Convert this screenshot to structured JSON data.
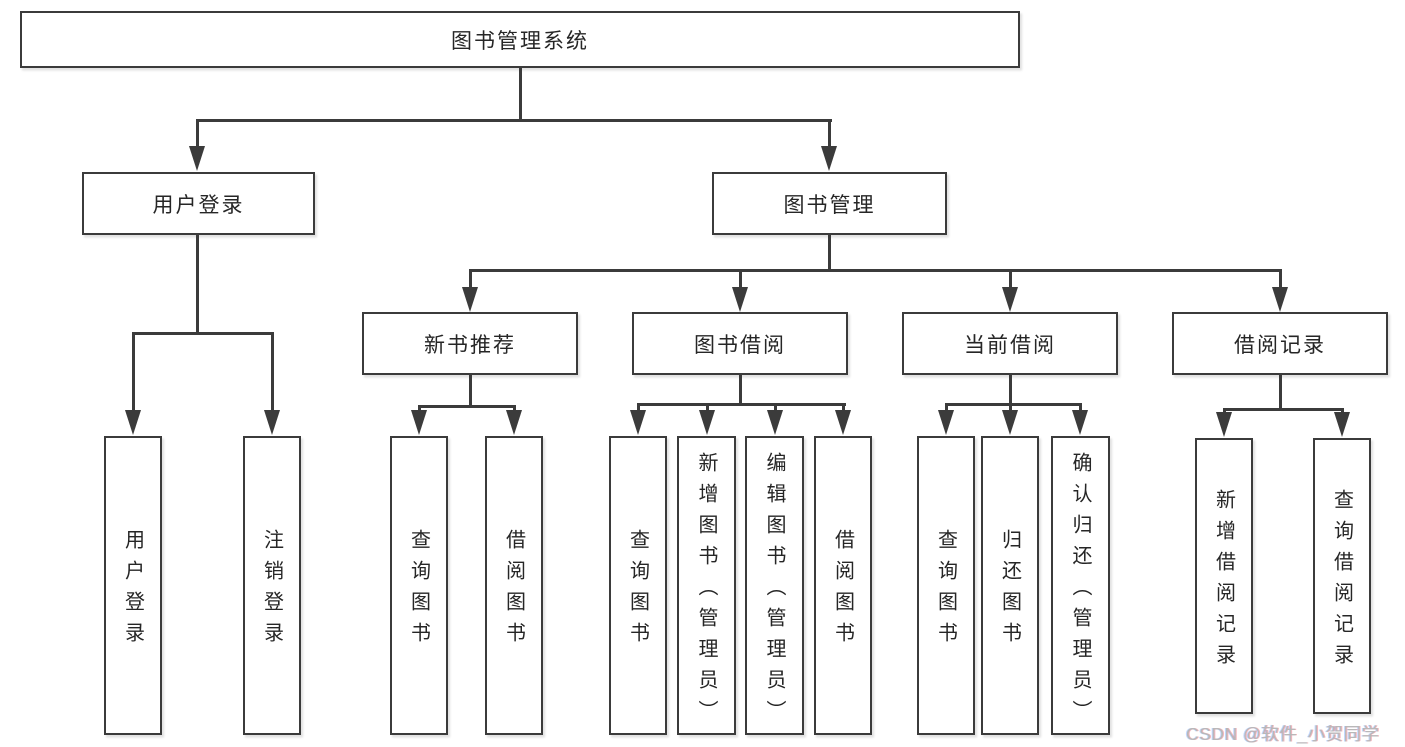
{
  "tree": {
    "label": "图书管理系统",
    "children": [
      {
        "label": "用户登录",
        "children": [
          {
            "label": "用户登录"
          },
          {
            "label": "注销登录"
          }
        ]
      },
      {
        "label": "图书管理",
        "children": [
          {
            "label": "新书推荐",
            "children": [
              {
                "label": "查询图书"
              },
              {
                "label": "借阅图书"
              }
            ]
          },
          {
            "label": "图书借阅",
            "children": [
              {
                "label": "查询图书"
              },
              {
                "label": "新增图书（管理员）"
              },
              {
                "label": "编辑图书（管理员）"
              },
              {
                "label": "借阅图书"
              }
            ]
          },
          {
            "label": "当前借阅",
            "children": [
              {
                "label": "查询图书"
              },
              {
                "label": "归还图书"
              },
              {
                "label": "确认归还（管理员）"
              }
            ]
          },
          {
            "label": "借阅记录",
            "children": [
              {
                "label": "新增借阅记录"
              },
              {
                "label": "查询借阅记录"
              }
            ]
          }
        ]
      }
    ]
  },
  "watermark": {
    "text": "CSDN @软件_小贺同学"
  },
  "colors": {
    "background": "#ffffff",
    "line": "#3b3b3b",
    "box_border": "#3b3b3b",
    "text": "#262626",
    "watermark": "#b8b8b8"
  }
}
